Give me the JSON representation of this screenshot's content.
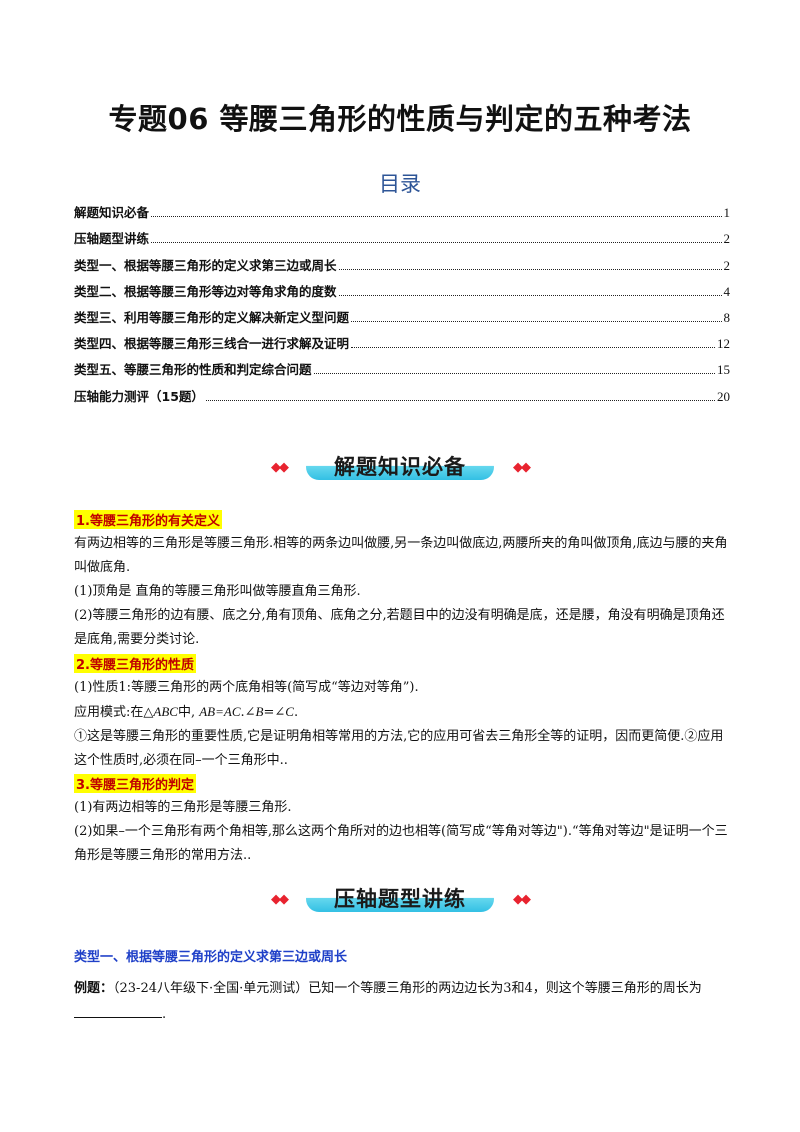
{
  "title": "专题06  等腰三角形的性质与判定的五种考法",
  "toc": {
    "heading": "目录",
    "items": [
      {
        "label": "解题知识必备",
        "page": "1"
      },
      {
        "label": "压轴题型讲练",
        "page": "2"
      },
      {
        "label": "类型一、根据等腰三角形的定义求第三边或周长",
        "page": "2"
      },
      {
        "label": "类型二、根据等腰三角形等边对等角求角的度数",
        "page": "4"
      },
      {
        "label": "类型三、利用等腰三角形的定义解决新定义型问题",
        "page": "8"
      },
      {
        "label": "类型四、根据等腰三角形三线合一进行求解及证明",
        "page": "12"
      },
      {
        "label": "类型五、等腰三角形的性质和判定综合问题",
        "page": "15"
      },
      {
        "label": "压轴能力测评（15题）",
        "page": "20"
      }
    ]
  },
  "banner1": {
    "text": "解题知识必备",
    "color": "#e8232f"
  },
  "section1": {
    "heading": "1.等腰三角形的有关定义",
    "p1": "有两边相等的三角形是等腰三角形.相等的两条边叫做腰,另一条边叫做底边,两腰所夹的角叫做顶角,底边与腰的夹角叫做底角.",
    "p2": "(1)顶角是  直角的等腰三角形叫做等腰直角三角形.",
    "p3": "(2)等腰三角形的边有腰、底之分,角有顶角、底角之分,若题目中的边没有明确是底，还是腰，角没有明确是顶角还是底角,需要分类讨论."
  },
  "section2": {
    "heading": "2.等腰三角形的性质",
    "p1": "(1)性质1:等腰三角形的两个底角相等(简写成“等边对等角”).",
    "p2_prefix": "应用模式:在△",
    "p2_tri": "ABC",
    "p2_mid": "中,  ",
    "p2_eq": "AB=AC",
    "p2_sep": ".∠",
    "p2_b": "B",
    "p2_eqs": "=∠",
    "p2_c": "C",
    "p2_end": ".",
    "p3": "①这是等腰三角形的重要性质,它是证明角相等常用的方法,它的应用可省去三角形全等的证明，因而更简便.②应用这个性质时,必须在同–一个三角形中.."
  },
  "section3": {
    "heading": "3.等腰三角形的判定",
    "p1": "(1)有两边相等的三角形是等腰三角形.",
    "p2": "(2)如果–一个三角形有两个角相等,那么这两个角所对的边也相等(简写成“等角对等边\").“等角对等边\"是证明一个三角形是等腰三角形的常用方法.."
  },
  "banner2": {
    "text": "压轴题型讲练"
  },
  "type1": {
    "heading": "类型一、根据等腰三角形的定义求第三边或周长"
  },
  "example": {
    "label": "例题：",
    "text": "（23-24八年级下·全国·单元测试）已知一个等腰三角形的两边边长为3和4，则这个等腰三角形的周长为",
    "end": "."
  }
}
